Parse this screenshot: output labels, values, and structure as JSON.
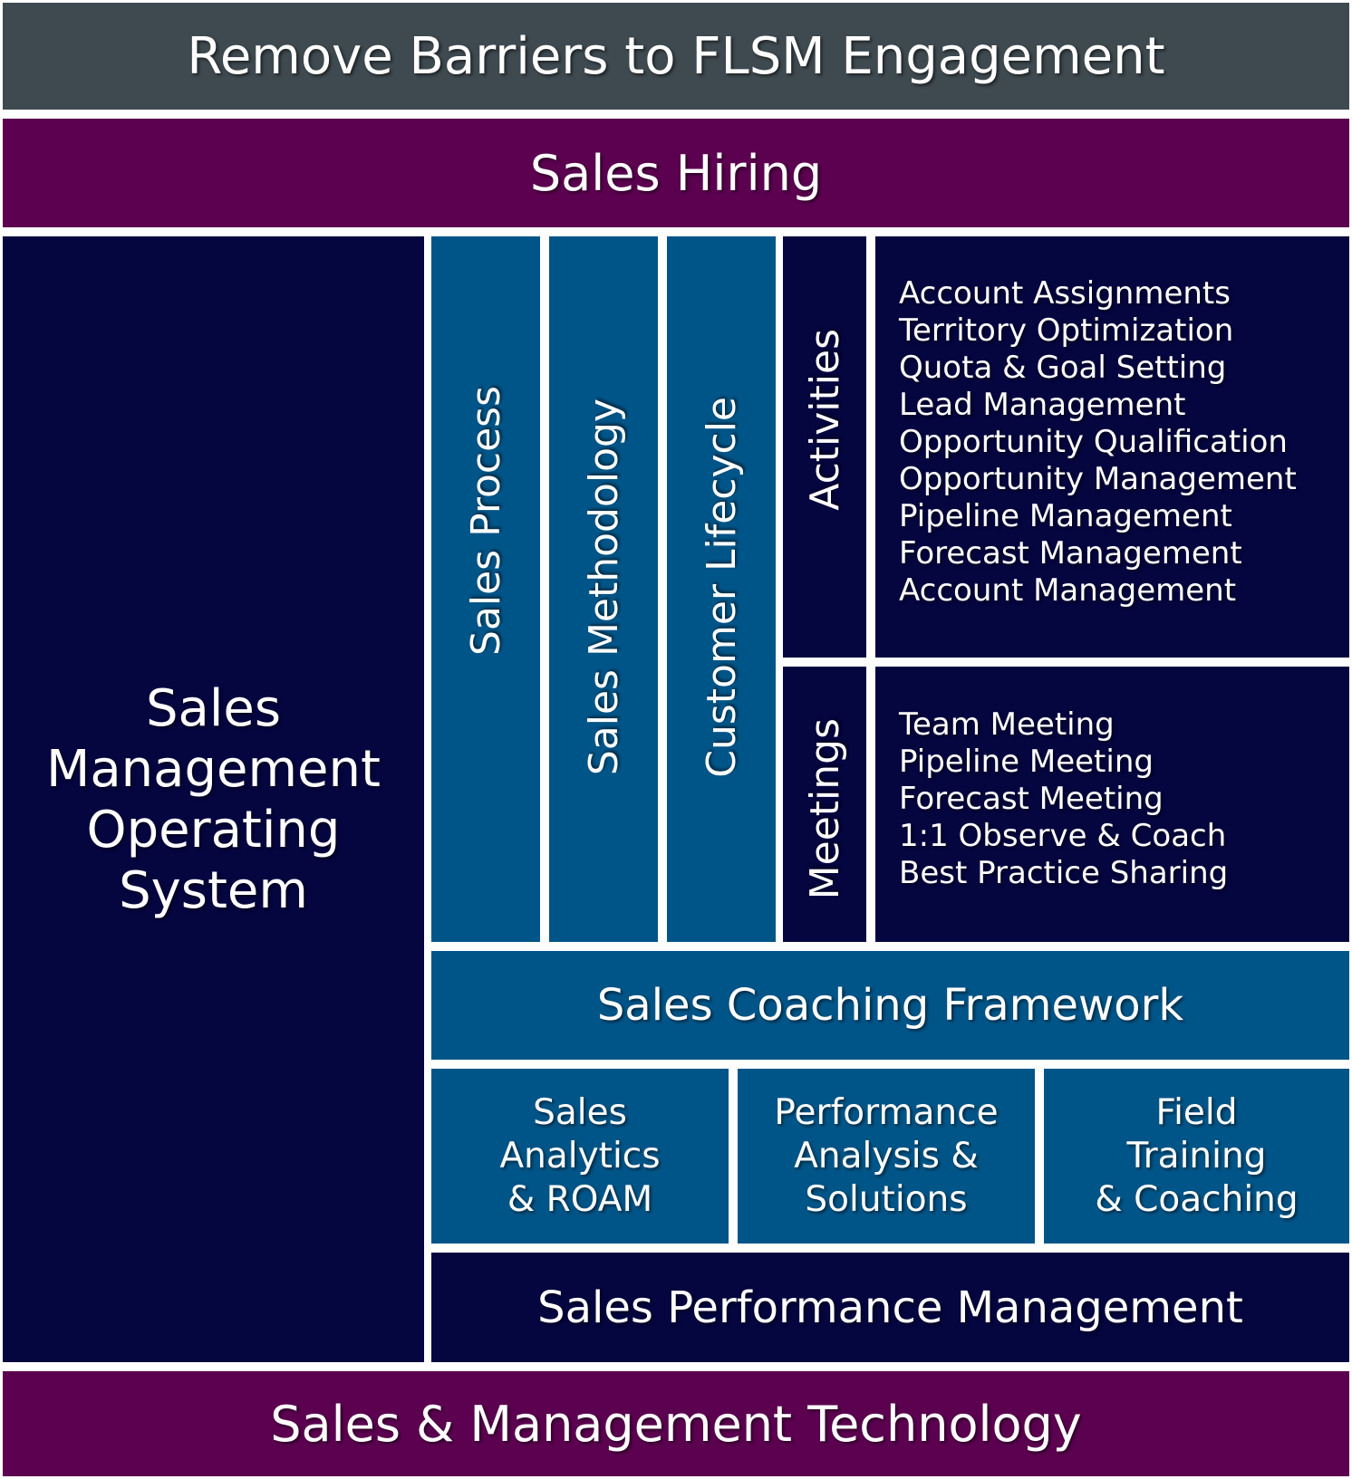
{
  "colors": {
    "slate": "#3e4a50",
    "plum": "#5c0050",
    "navy": "#050540",
    "teal": "#005588",
    "text": "#ffffff"
  },
  "top_banner": "Remove Barriers to FLSM Engagement",
  "hiring_banner": "Sales Hiring",
  "operating_system": {
    "lines": [
      "Sales",
      "Management",
      "Operating",
      "System"
    ]
  },
  "pillars": {
    "process": "Sales Process",
    "methodology": "Sales Methodology",
    "lifecycle": "Customer Lifecycle"
  },
  "activities": {
    "label": "Activities",
    "items": [
      "Account Assignments",
      "Territory Optimization",
      "Quota & Goal Setting",
      "Lead Management",
      "Opportunity Qualification",
      "Opportunity Management",
      "Pipeline Management",
      "Forecast Management",
      "Account Management"
    ]
  },
  "meetings": {
    "label": "Meetings",
    "items": [
      "Team Meeting",
      "Pipeline Meeting",
      "Forecast Meeting",
      "1:1 Observe & Coach",
      "Best Practice Sharing"
    ]
  },
  "coaching_framework": "Sales Coaching Framework",
  "support_blocks": {
    "analytics": [
      "Sales",
      "Analytics",
      "& ROAM"
    ],
    "performance": [
      "Performance",
      "Analysis &",
      "Solutions"
    ],
    "field_training": [
      "Field",
      "Training",
      "& Coaching"
    ]
  },
  "performance_management": "Sales Performance Management",
  "technology_banner": "Sales & Management Technology"
}
